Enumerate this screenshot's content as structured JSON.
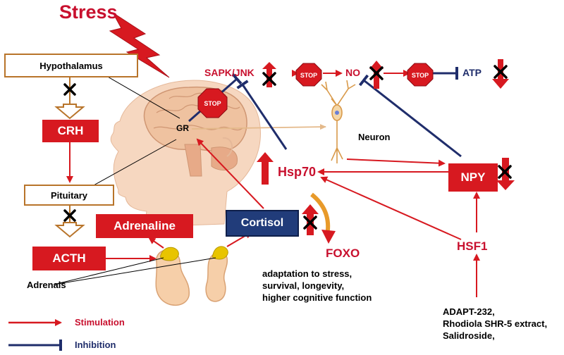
{
  "title": "Stress",
  "nodes": {
    "hypothalamus": "Hypothalamus",
    "crh": "CRH",
    "pituitary": "Pituitary",
    "acth": "ACTH",
    "adrenals": "Adrenals",
    "adrenaline": "Adrenaline",
    "cortisol": "Cortisol",
    "gr": "GR",
    "sapk_jnk": "SAPK/JNK",
    "no": "NO",
    "atp": "ATP",
    "neuron": "Neuron",
    "hsp70": "Hsp70",
    "npy": "NPY",
    "foxo": "FOXO",
    "hsf1": "HSF1"
  },
  "stop_sign": "STOP",
  "outcomes": [
    "adaptation to stress,",
    "survival, longevity,",
    "higher cognitive function"
  ],
  "adaptogens": [
    "ADAPT-232,",
    "Rhodiola SHR-5 extract,",
    "Salidroside,"
  ],
  "legend": {
    "stimulation": "Stimulation",
    "inhibition": "Inhibition"
  },
  "colors": {
    "stimulation": "#d71920",
    "inhibition": "#1f2d6b",
    "hpa_arrow": "#b8742a"
  }
}
